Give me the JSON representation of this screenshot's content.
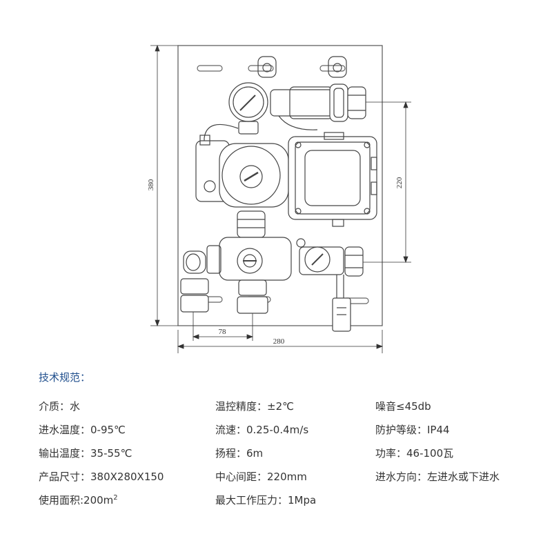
{
  "dimensions": {
    "height": "380",
    "width": "280",
    "left_offset": "78",
    "center_distance": "220"
  },
  "specs": {
    "title": "技术规范：",
    "rows": [
      [
        "介质：水",
        "温控精度：±2℃",
        "噪音≤45db"
      ],
      [
        "进水温度：0-95℃",
        "流速：0.25-0.4m/s",
        "防护等级：IP44"
      ],
      [
        "输出温度：35-55℃",
        "扬程：6m",
        "功率：46-100瓦"
      ],
      [
        "产品尺寸：380X280X150",
        "中心间距：220mm",
        "进水方向：左进水或下进水"
      ],
      [
        "使用面积:200m",
        "最大工作压力：1Mpa",
        ""
      ]
    ],
    "area_superscript": "2"
  }
}
